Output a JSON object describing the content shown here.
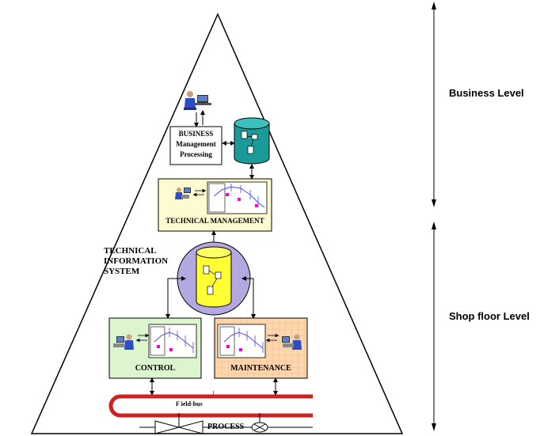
{
  "levels": {
    "business": "Business Level",
    "shop_floor": "Shop floor Level"
  },
  "boxes": {
    "business_l1": "BUSINESS",
    "business_l2": "Management",
    "business_l3": "Processing",
    "technical_management": "TECHNICAL MANAGEMENT",
    "control": "CONTROL",
    "maintenance": "MAINTENANCE"
  },
  "tis": {
    "l1": "TECHNICAL",
    "l2": "INFORMATION",
    "l3": "SYSTEM"
  },
  "fieldbus": "F   ield-bus",
  "fieldbus_mark": "1",
  "process": "PROCESS",
  "colors": {
    "teal_db": "#1a9a98",
    "yellow_db": "#ffff33",
    "lavender_circle": "#b4a8e0",
    "tech_mgmt_bg": "#fffbd0",
    "control_bg": "#ddf5cf",
    "maintenance_bg": "#fbd7b0",
    "fieldbus": "#cc2222"
  }
}
